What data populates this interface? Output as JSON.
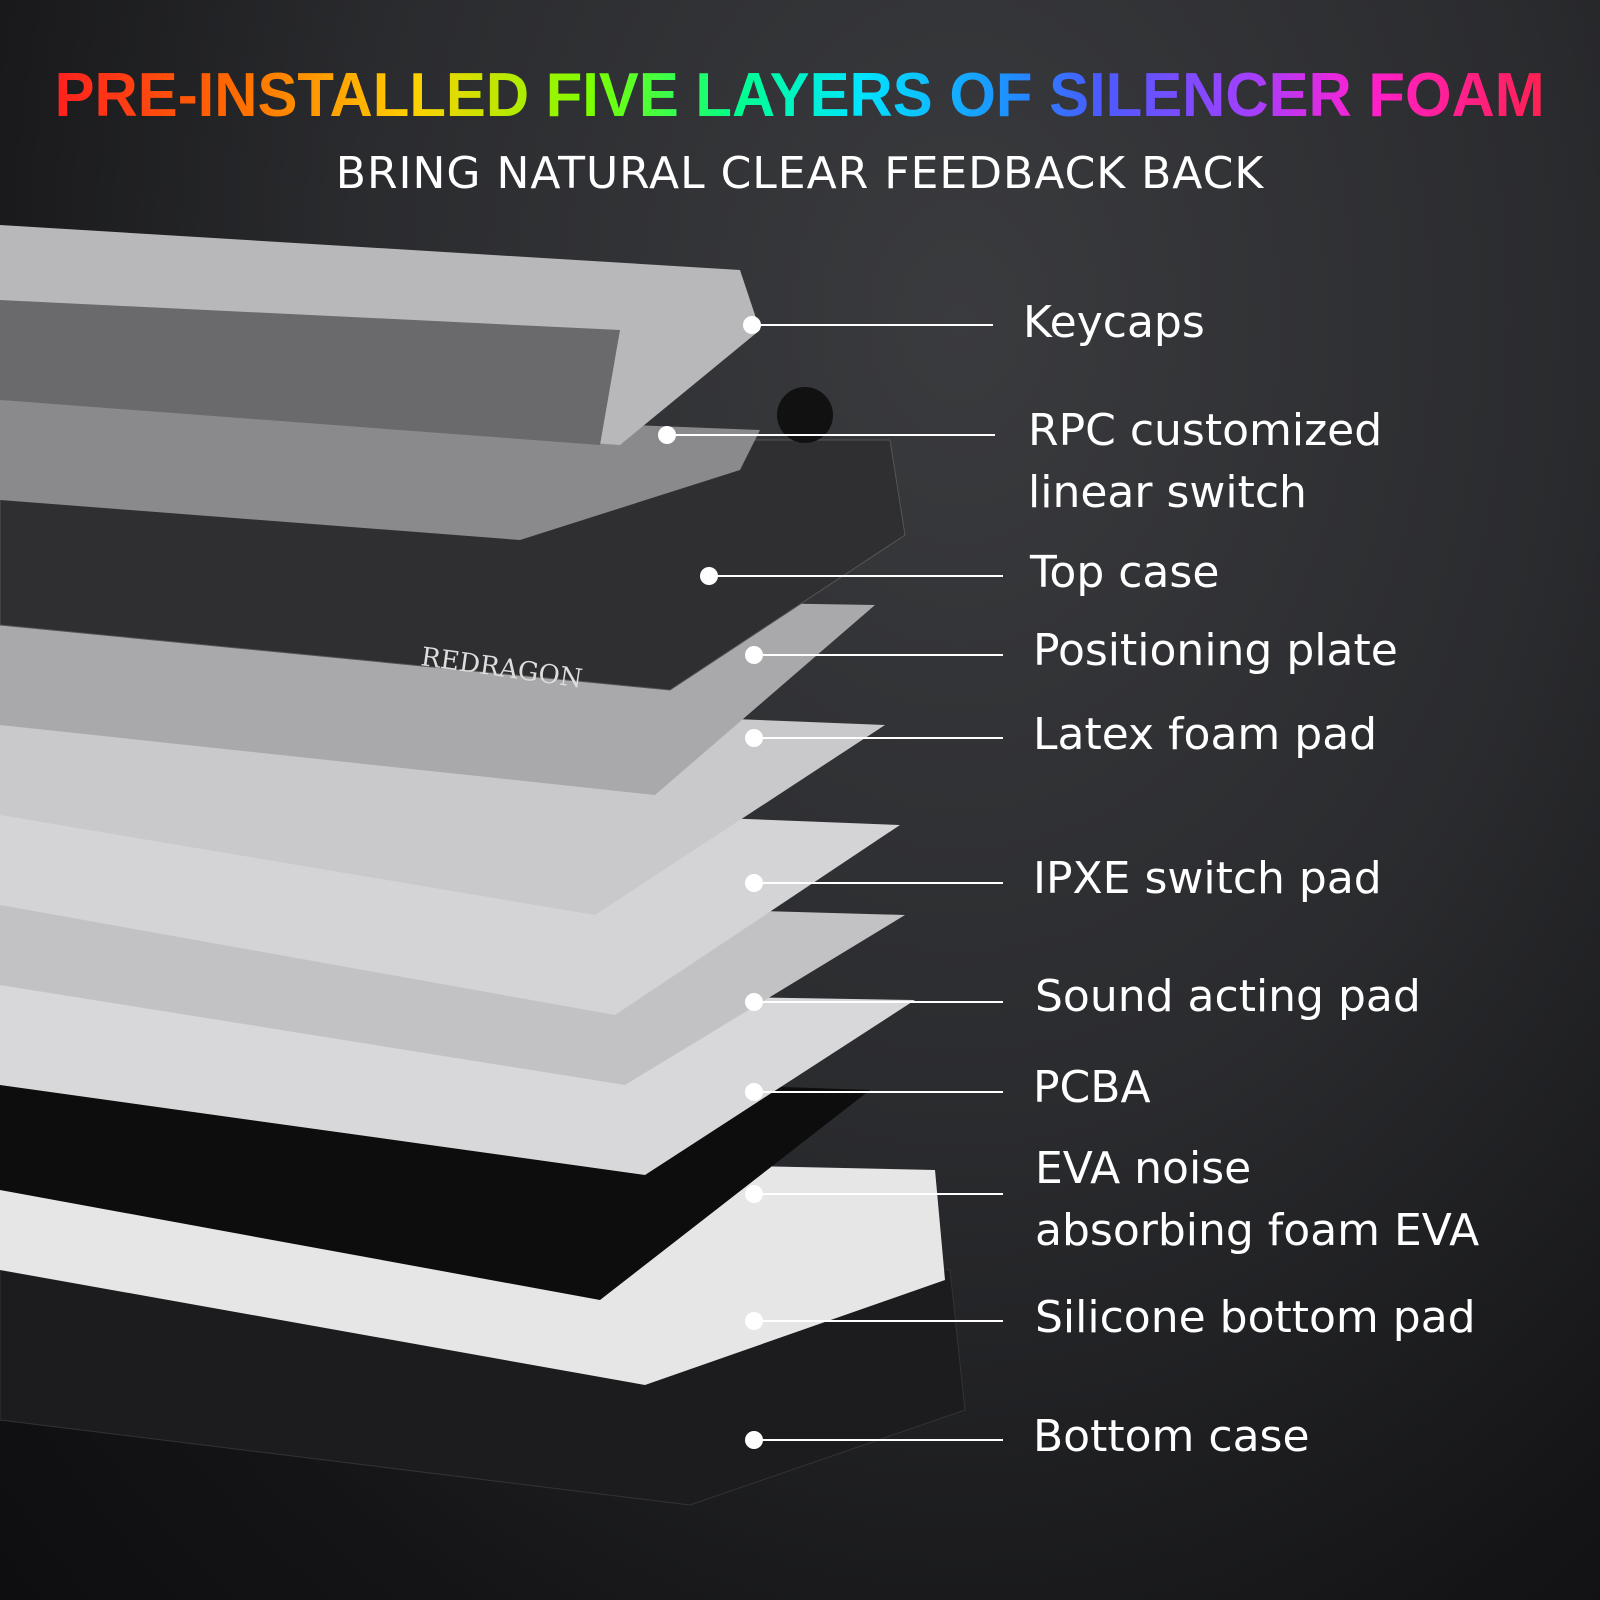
{
  "title": "PRE-INSTALLED FIVE LAYERS OF SILENCER FOAM",
  "subtitle": "BRING NATURAL CLEAR FEEDBACK BACK",
  "brand_logo": "REDRAGON",
  "labels": [
    {
      "id": "keycaps",
      "lines": [
        "Keycaps"
      ]
    },
    {
      "id": "switch",
      "lines": [
        "RPC customized",
        "linear switch"
      ]
    },
    {
      "id": "top-case",
      "lines": [
        "Top case"
      ]
    },
    {
      "id": "positioning-plate",
      "lines": [
        "Positioning plate"
      ]
    },
    {
      "id": "latex-foam",
      "lines": [
        "Latex foam pad"
      ]
    },
    {
      "id": "ipxe",
      "lines": [
        "IPXE switch pad"
      ]
    },
    {
      "id": "sound",
      "lines": [
        "Sound acting pad"
      ]
    },
    {
      "id": "pcba",
      "lines": [
        "PCBA"
      ]
    },
    {
      "id": "eva",
      "lines": [
        "EVA noise",
        "absorbing foam EVA"
      ]
    },
    {
      "id": "silicone",
      "lines": [
        "Silicone bottom pad"
      ]
    },
    {
      "id": "bottom-case",
      "lines": [
        "Bottom case"
      ]
    }
  ]
}
